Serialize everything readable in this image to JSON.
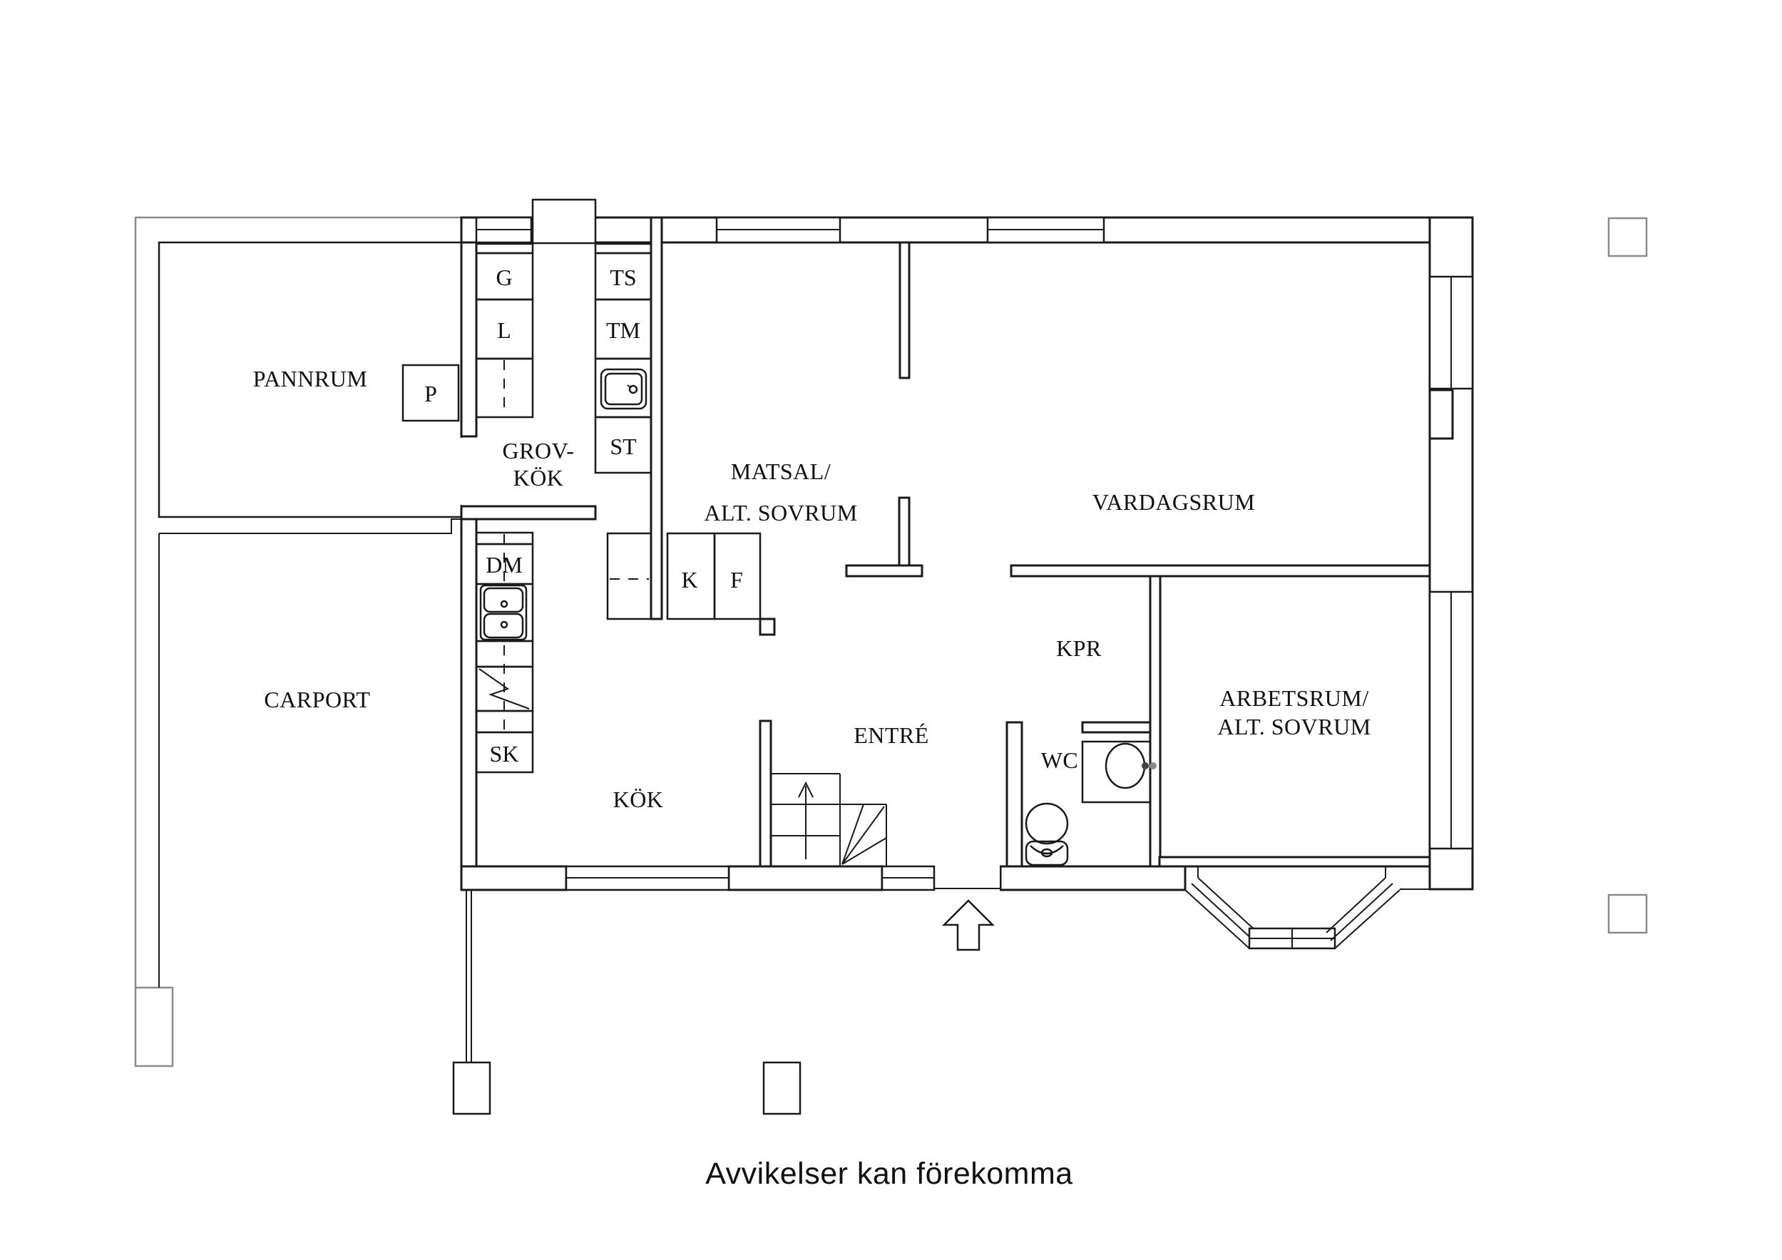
{
  "note": "Avvikelser kan förekomma",
  "rooms": {
    "pannrum": "PANNRUM",
    "grovkok1": "GROV-",
    "grovkok2": "KÖK",
    "carport": "CARPORT",
    "kok": "KÖK",
    "matsal1": "MATSAL/",
    "matsal2": "ALT. SOVRUM",
    "vardagsrum": "VARDAGSRUM",
    "entre": "ENTRÉ",
    "kpr": "KPR",
    "wc": "WC",
    "arbetsrum1": "ARBETSRUM/",
    "arbetsrum2": "ALT. SOVRUM"
  },
  "fixtures": {
    "p": "P",
    "g": "G",
    "l": "L",
    "ts": "TS",
    "tm": "TM",
    "st": "ST",
    "dm": "DM",
    "sk": "SK",
    "k": "K",
    "f": "F"
  }
}
